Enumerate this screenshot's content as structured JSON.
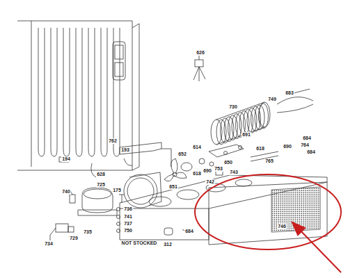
{
  "diagram": {
    "labels": [
      "626",
      "683",
      "749",
      "730",
      "691",
      "684",
      "764",
      "684",
      "765",
      "690",
      "618",
      "194",
      "193",
      "762",
      "652",
      "614",
      "628",
      "690",
      "618",
      "753",
      "650",
      "651",
      "743",
      "740",
      "725",
      "175",
      "736",
      "741",
      "737",
      "750",
      "742",
      "684",
      "734",
      "729",
      "735",
      "NOT STOCKED",
      "312",
      "746"
    ]
  }
}
